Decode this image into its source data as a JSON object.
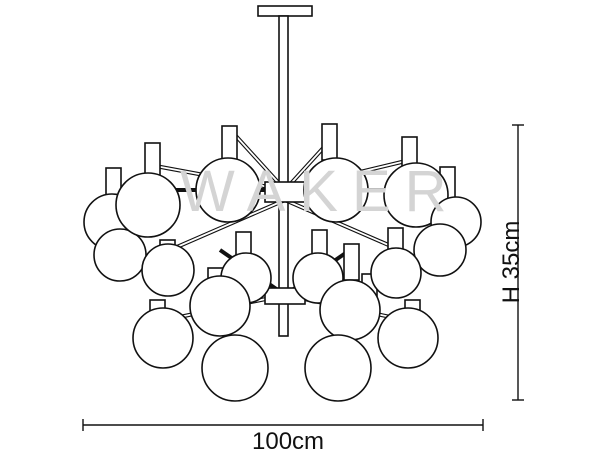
{
  "watermark": "WAKER",
  "dimensions": {
    "width_label": "100cm",
    "height_label": "H 35cm"
  },
  "colors": {
    "line": "#111111",
    "watermark": "#f1f1f1"
  }
}
